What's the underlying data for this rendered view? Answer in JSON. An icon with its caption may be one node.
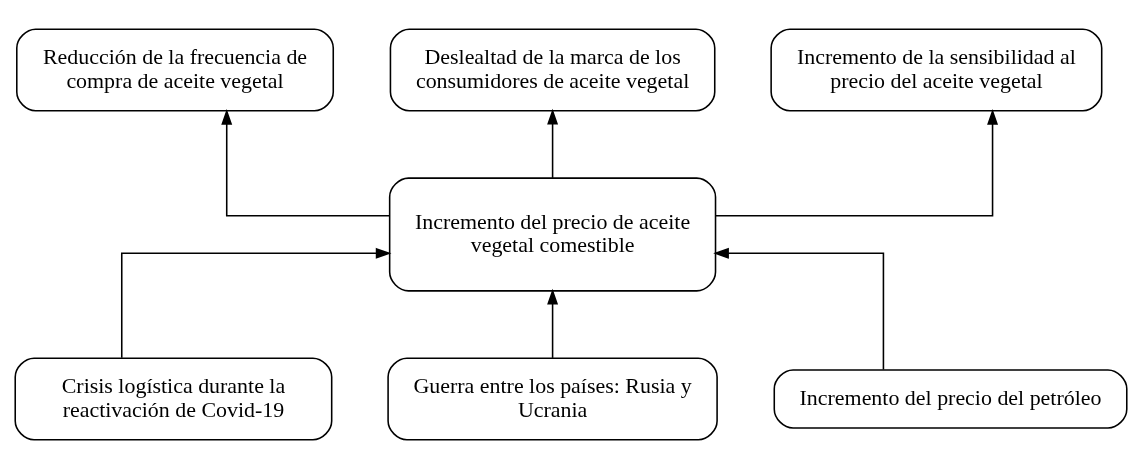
{
  "diagram": {
    "nodes": [
      {
        "text": [
          "Reducción de la frecuencia de compra de aceite vegetal"
        ]
      },
      {
        "text": [
          "Deslealtad de la marca de los consumidores de aceite vegetal"
        ]
      },
      {
        "text": [
          "Incremento de la sensibilidad al precio del aceite vegetal"
        ]
      },
      {
        "text": [
          "Incremento del precio de aceite vegetal comestible"
        ]
      },
      {
        "text": [
          "Crisis logística durante la reactivación de Covid-19"
        ]
      },
      {
        "text": [
          "Guerra entre los países: Rusia y Ucrania"
        ]
      },
      {
        "text": [
          "Incremento del precio del petróleo"
        ]
      }
    ],
    "edges": [
      {
        "from": 3,
        "to": 0,
        "arrow": "to"
      },
      {
        "from": 3,
        "to": 1,
        "arrow": "to"
      },
      {
        "from": 3,
        "to": 2,
        "arrow": "to"
      },
      {
        "from": 4,
        "to": 3,
        "arrow": "to"
      },
      {
        "from": 5,
        "to": 3,
        "arrow": "to"
      },
      {
        "from": 6,
        "to": 3,
        "arrow": "to"
      }
    ]
  }
}
